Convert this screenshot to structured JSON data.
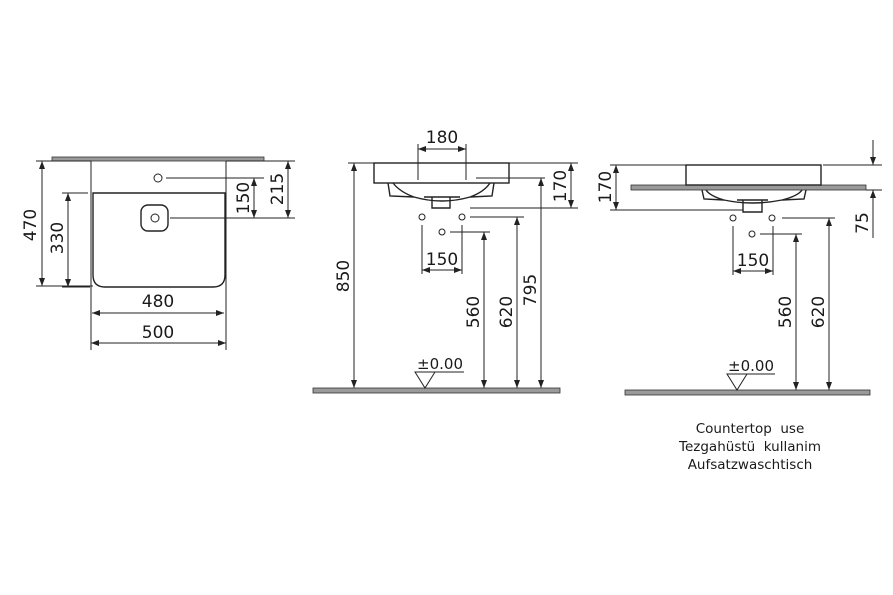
{
  "plan_view": {
    "d470": "470",
    "d330": "330",
    "d150": "150",
    "d215": "215",
    "d480": "480",
    "d500": "500"
  },
  "side_view_wall": {
    "d180": "180",
    "d170": "170",
    "d850": "850",
    "d150": "150",
    "d560": "560",
    "d620": "620",
    "d795": "795",
    "level": "±0.00"
  },
  "side_view_countertop": {
    "d170": "170",
    "d75": "75",
    "d150": "150",
    "d560": "560",
    "d620": "620",
    "level": "±0.00"
  },
  "caption": [
    "Countertop  use",
    "Tezgahüstü  kullanim",
    "Aufsatzwaschtisch"
  ]
}
